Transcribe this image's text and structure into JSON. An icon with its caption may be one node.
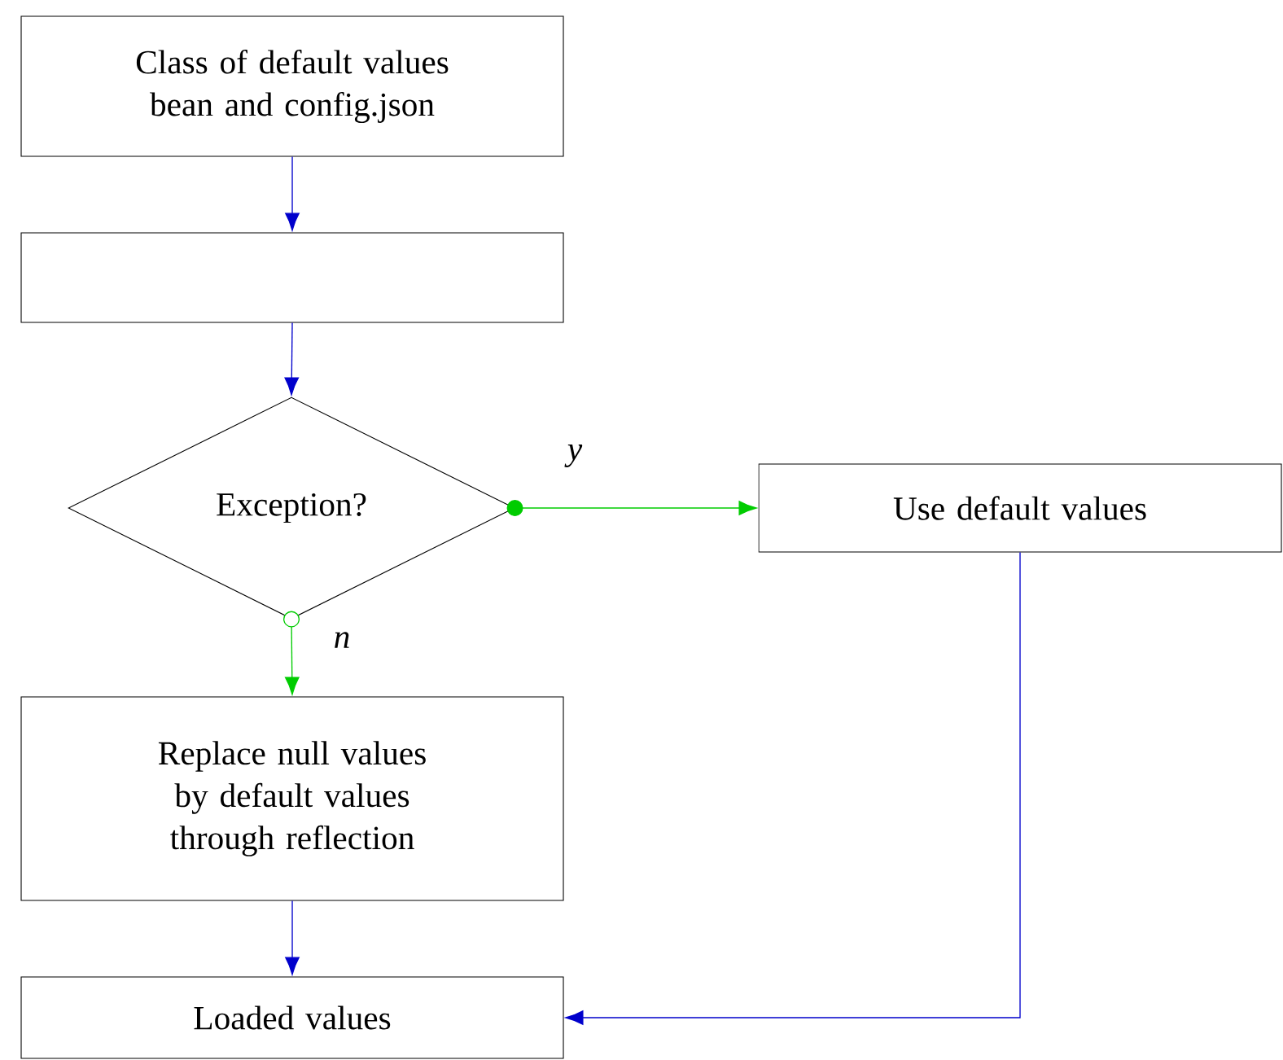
{
  "diagram": {
    "nodes": [
      {
        "text": [
          "Class of default values bean and config.json"
        ]
      },
      {
        "text": [],
        "shape": "box"
      },
      {
        "text": [
          "Exception?"
        ]
      },
      {
        "text": [
          "Use default values"
        ]
      },
      {
        "text": [
          "Replace null values by default values through reflection"
        ]
      },
      {
        "text": [
          "Loaded values"
        ]
      }
    ],
    "edges": [
      {
        "from": 0,
        "to": 1,
        "arrow": "to"
      },
      {
        "from": 1,
        "to": 2,
        "arrow": "to"
      },
      {
        "from": 2,
        "to": 3,
        "arrow": "to",
        "label": "y",
        "color": "#00cc00"
      },
      {
        "from": 2,
        "to": 4,
        "arrow": "to",
        "label": "n",
        "color": "#00cc00"
      },
      {
        "from": 4,
        "to": 5,
        "arrow": "to"
      },
      {
        "from": 3,
        "to": 5,
        "arrow": "to"
      }
    ]
  }
}
